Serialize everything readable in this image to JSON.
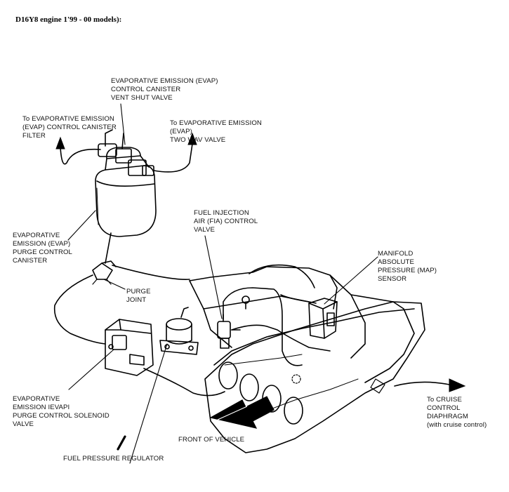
{
  "title": {
    "prefix": "D16Y8 engine 1",
    "years": "'99 - 00",
    "suffix": " models):"
  },
  "labels": {
    "vent_shut_valve": [
      "EVAPORATIVE EMISSION (EVAP)",
      "CONTROL CANISTER",
      "VENT SHUT VALVE"
    ],
    "canister_filter": [
      "To EVAPORATIVE EMISSION",
      "(EVAP) CONTROL CANISTER",
      "FILTER"
    ],
    "two_way_valve": [
      "To EVAPORATIVE EMISSION",
      "(EVAP)",
      "TWO WAV VALVE"
    ],
    "purge_canister": [
      "EVAPORATIVE",
      "EMISSION (EVAP)",
      "PURGE CONTROL",
      "CANISTER"
    ],
    "fia_valve": [
      "FUEL INJECTION",
      "AIR (FIA) CONTROL",
      "VALVE"
    ],
    "map_sensor": [
      "MANIFOLD",
      "ABSOLUTE",
      "PRESSURE (MAP)",
      "SENSOR"
    ],
    "purge_joint": [
      "PURGE",
      "JOINT"
    ],
    "purge_solenoid": [
      "EVAPORATIVE",
      "EMISSION IEVAPI",
      "PURGE CONTROL SOLENOID",
      "VALVE"
    ],
    "cruise_diaphragm": [
      "To CRUISE",
      "CONTROL",
      "DIAPHRAGM",
      "(with cruise control)"
    ],
    "front_of_vehicle": "FRONT OF VEHICLE",
    "fuel_pressure_regulator": "FUEL PRESSURE REGULATOR"
  },
  "colors": {
    "ink": "#000000",
    "paper": "#ffffff"
  }
}
